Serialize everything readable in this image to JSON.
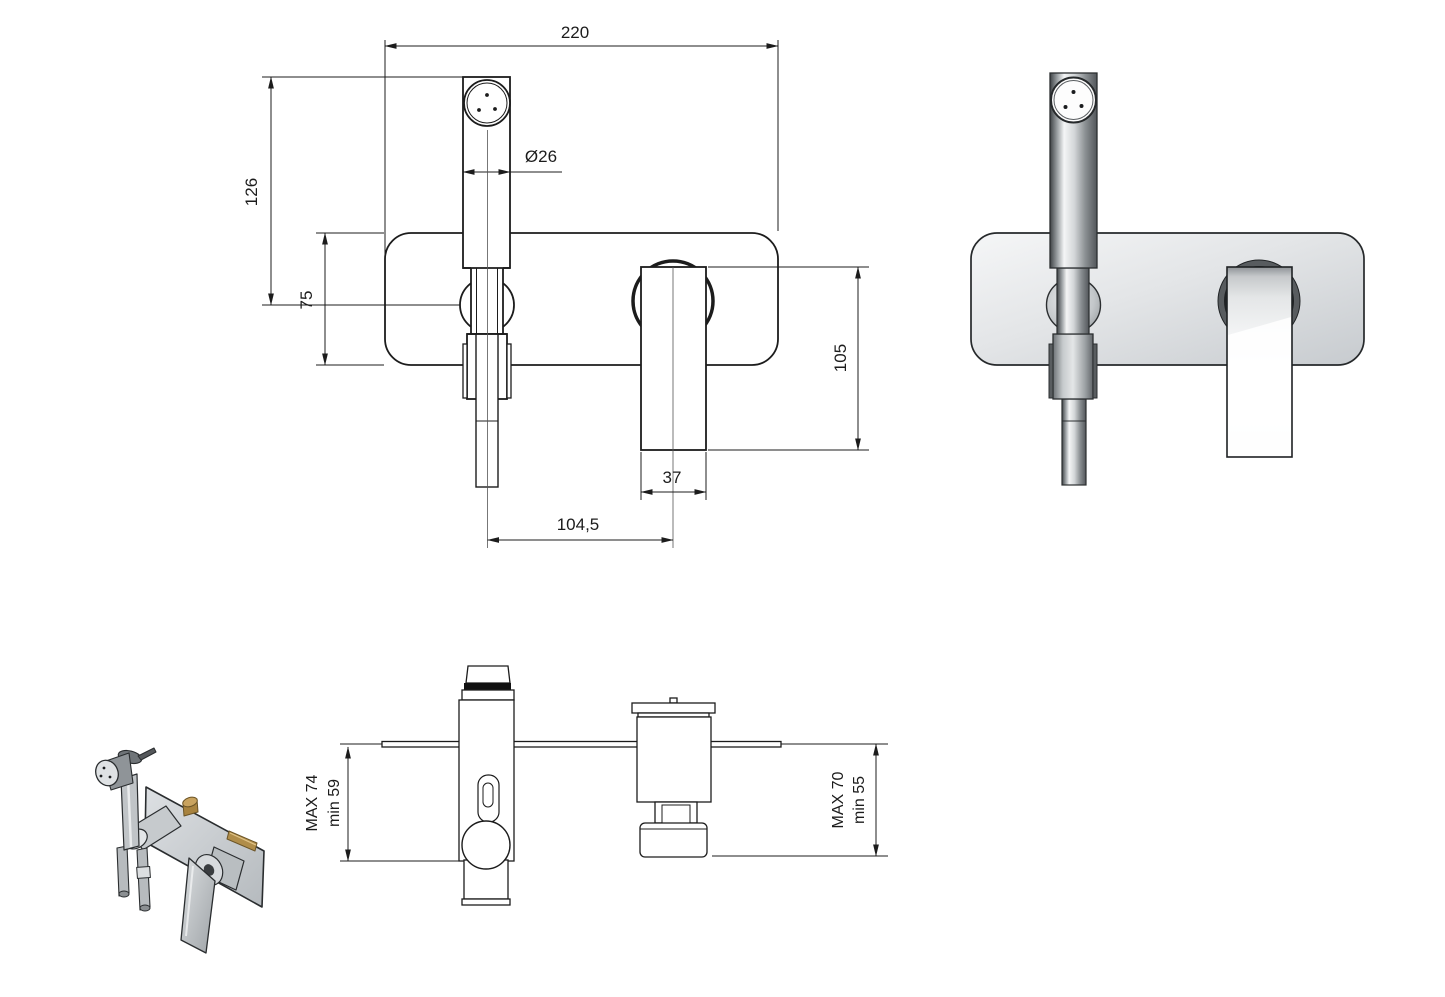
{
  "drawing": {
    "type": "technical-dimension-drawing",
    "subject": "concealed wall-mounted bidet shower mixer set",
    "background": "#ffffff",
    "line_color": "#1c1c1c",
    "brass_color": "#b08d4a",
    "metal_light": "#f4f5f6",
    "metal_dark": "#4a4e52"
  },
  "views": {
    "front_dimensioned": {
      "label": "front-view-with-dimensions",
      "dims": {
        "plate_width": "220",
        "wand_height": "126",
        "plate_height": "75",
        "wand_diameter": "Ø26",
        "handle_length": "105",
        "handle_width": "37",
        "axis_distance": "104,5"
      }
    },
    "front_rendered": {
      "label": "front-view-rendered"
    },
    "perspective": {
      "label": "perspective-view"
    },
    "top_dimensioned": {
      "label": "top-view-with-mounting-depth",
      "dims": {
        "left_max": "MAX 74",
        "left_min": "min 59",
        "right_max": "MAX 70",
        "right_min": "min 55"
      }
    }
  }
}
